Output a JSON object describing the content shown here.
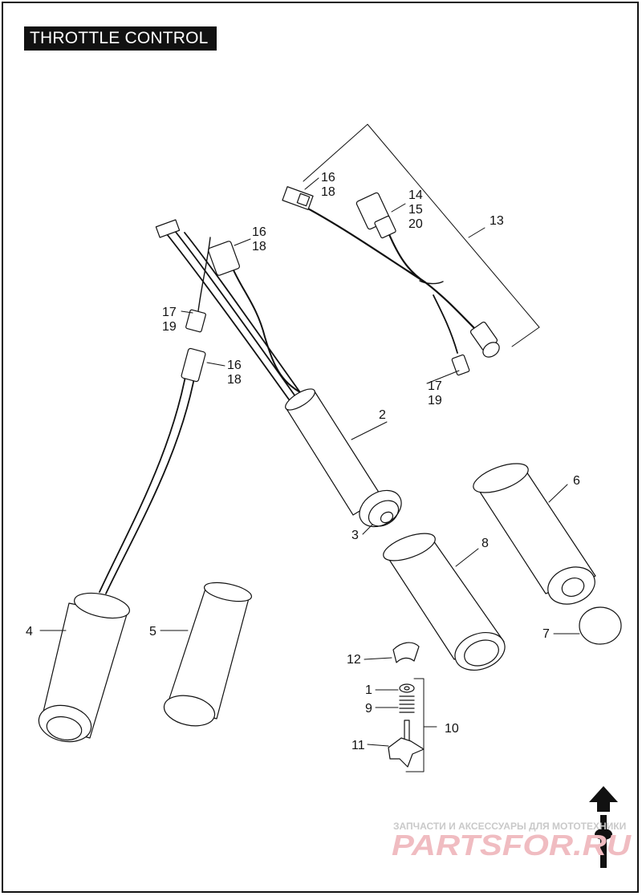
{
  "title": "THROTTLE CONTROL",
  "callouts": {
    "c1": "1",
    "c2": "2",
    "c3": "3",
    "c4": "4",
    "c5": "5",
    "c6": "6",
    "c7": "7",
    "c8": "8",
    "c9": "9",
    "c10": "10",
    "c11": "11",
    "c12": "12",
    "c13": "13",
    "c14": "14",
    "c15": "15",
    "c20": "20",
    "c16a": "16",
    "c18a": "18",
    "c16b": "16",
    "c18b": "18",
    "c16c": "16",
    "c18c": "18",
    "c17a": "17",
    "c19a": "19",
    "c17b": "17",
    "c19b": "19"
  },
  "watermark": {
    "line1": "ЗАПЧАСТИ И АКСЕССУАРЫ ДЛЯ МОТОТЕХНИКИ",
    "line2": "PARTSFOR.RU"
  },
  "colors": {
    "ink": "#111111",
    "watermark": "#e8a0a8"
  }
}
